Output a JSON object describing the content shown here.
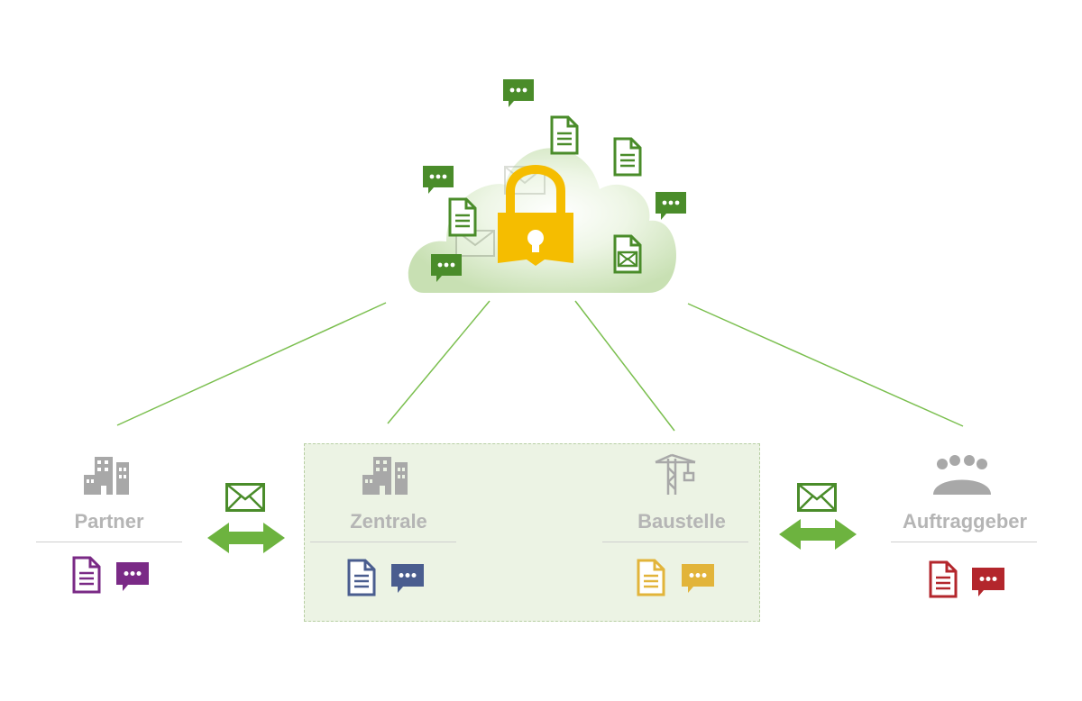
{
  "diagram": {
    "nodes": [
      {
        "id": "partner",
        "label": "Partner",
        "icon": "buildings-icon",
        "color": "#7a2a86"
      },
      {
        "id": "zentrale",
        "label": "Zentrale",
        "icon": "buildings-icon",
        "color": "#4a5d8f"
      },
      {
        "id": "baustelle",
        "label": "Baustelle",
        "icon": "crane-icon",
        "color": "#e2b43a"
      },
      {
        "id": "auftraggeber",
        "label": "Auftraggeber",
        "icon": "people-icon",
        "color": "#b3262c"
      }
    ],
    "hub": {
      "icon": "padlock-cloud-icon",
      "accent": "#f5bd00",
      "cloud_color": "#c8e0b3"
    },
    "connector_color": "#7bbf4f",
    "exchange_color": "#6db33f"
  }
}
